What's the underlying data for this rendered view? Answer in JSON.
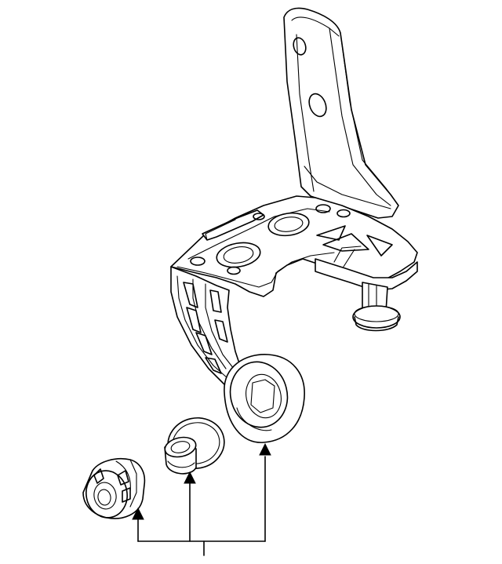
{
  "diagram": {
    "type": "exploded-parts-diagram",
    "background_color": "#ffffff",
    "line_color": "#000000",
    "parts": [
      {
        "name": "engine-mount-bracket"
      },
      {
        "name": "mount-bushing-large"
      },
      {
        "name": "mount-bushing-small"
      },
      {
        "name": "mount-bolt"
      }
    ],
    "callout": {
      "arrow_count": 3,
      "label": ""
    }
  }
}
